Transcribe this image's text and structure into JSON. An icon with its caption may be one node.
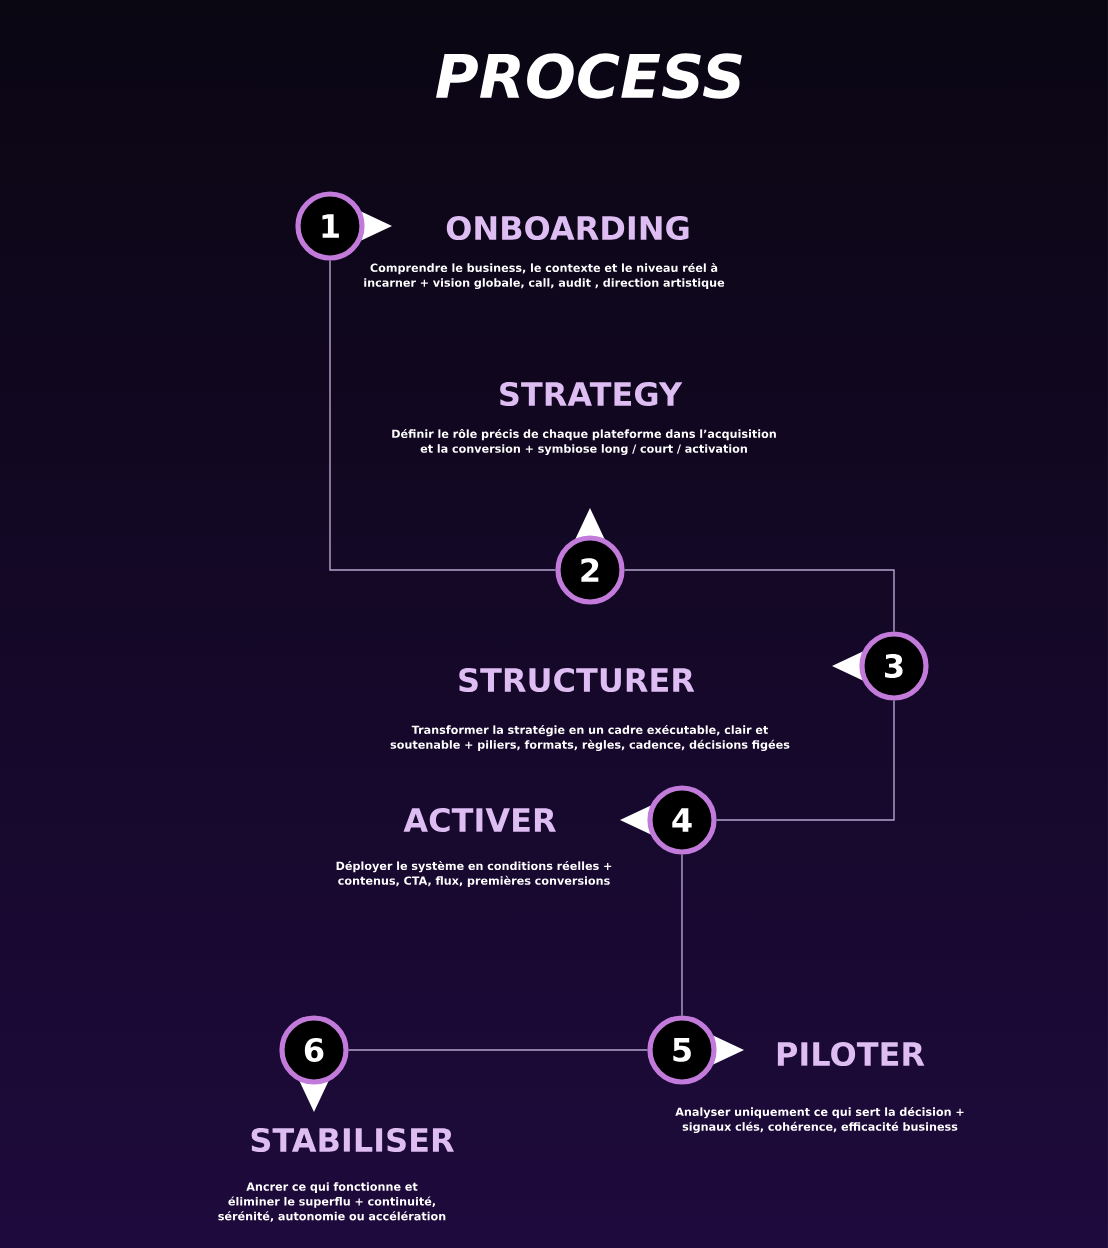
{
  "diagram": {
    "title": "PROCESS",
    "nodes": [
      {
        "text": [
          "1"
        ],
        "beside": [
          "ONBOARDING",
          "Comprendre le business, le contexte et le niveau réel à incarner + vision globale, call, audit , direction artistique"
        ]
      },
      {
        "text": [
          "2"
        ],
        "beside": [
          "STRATEGY",
          "Définir le rôle précis de chaque plateforme dans l’acquisition et la conversion + symbiose long / court / activation"
        ]
      },
      {
        "text": [
          "3"
        ],
        "beside": [
          "STRUCTURER",
          "Transformer la stratégie en un cadre exécutable, clair et soutenable + piliers, formats, règles, cadence, décisions figées"
        ]
      },
      {
        "text": [
          "4"
        ],
        "beside": [
          "ACTIVER",
          "Déployer le système en conditions réelles + contenus, CTA, flux, premières conversions"
        ]
      },
      {
        "text": [
          "5"
        ],
        "beside": [
          "PILOTER",
          "Analyser uniquement ce qui sert la décision + signaux clés, cohérence, efficacité business"
        ]
      },
      {
        "text": [
          "6"
        ],
        "beside": [
          "STABILISER",
          "Ancrer ce qui fonctionne et éliminer le superflu + continuité, sérénité, autonomie ou accélération"
        ]
      }
    ],
    "edges": [
      {
        "from": 0,
        "to": 1,
        "arrow": "none"
      },
      {
        "from": 1,
        "to": 2,
        "arrow": "none"
      },
      {
        "from": 2,
        "to": 3,
        "arrow": "none"
      },
      {
        "from": 3,
        "to": 4,
        "arrow": "none"
      },
      {
        "from": 4,
        "to": 5,
        "arrow": "none"
      }
    ]
  }
}
